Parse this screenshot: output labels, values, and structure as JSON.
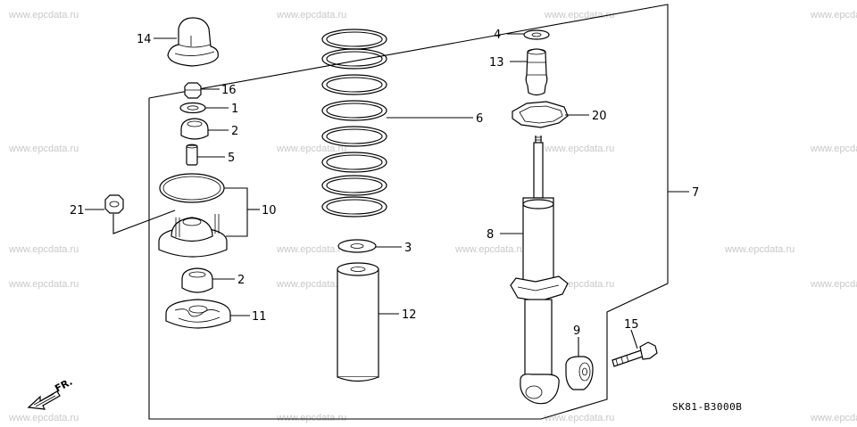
{
  "watermarks": [
    "www.epcdata.ru",
    "www.epcdata.ru",
    "www.epcdata.ru",
    "www.epcdata.ru",
    "www.epcdata.ru",
    "www.epcdata.ru",
    "www.epcdata.ru",
    "www.epcdata.ru",
    "www.epcdata.ru",
    "www.epcdata.ru",
    "www.epcdata.ru",
    "www.epcdata.ru",
    "www.epcdata.ru",
    "www.epcdata.ru",
    "www.epcdata.ru",
    "www.epcdata.ru",
    "www.epcdata.ru",
    "www.epcdata.ru",
    "www.epcdata.ru",
    "www.epcdata.ru"
  ],
  "callouts": {
    "c14": "14",
    "c16": "16",
    "c1": "1",
    "c2a": "2",
    "c5": "5",
    "c10": "10",
    "c21": "21",
    "c2b": "2",
    "c11": "11",
    "c6": "6",
    "c3": "3",
    "c12": "12",
    "c4": "4",
    "c13": "13",
    "c20": "20",
    "c8": "8",
    "c7": "7",
    "c9": "9",
    "c15": "15"
  },
  "direction_label": "FR.",
  "diagram_code": "SK81-B3000B"
}
